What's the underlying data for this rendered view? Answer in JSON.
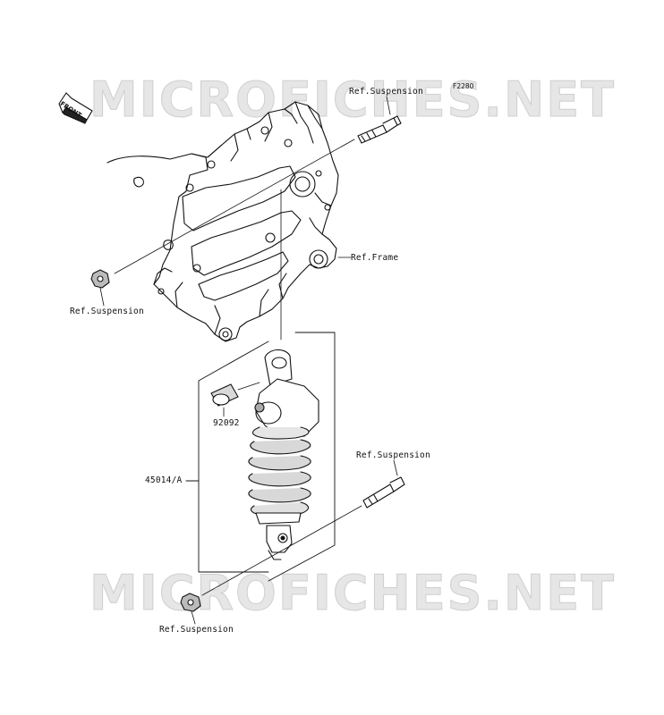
{
  "diagram": {
    "code": "F2280",
    "front_label": "FRONT",
    "watermark_top": "MICROFICHES.NET",
    "watermark_bottom": "MICROFICHES.NET",
    "labels": {
      "ref_suspension_top": "Ref.Suspension",
      "ref_frame": "Ref.Frame",
      "ref_suspension_left": "Ref.Suspension",
      "part_92092": "92092",
      "part_45014": "45014/A",
      "ref_suspension_right": "Ref.Suspension",
      "ref_suspension_bottom": "Ref.Suspension"
    }
  }
}
